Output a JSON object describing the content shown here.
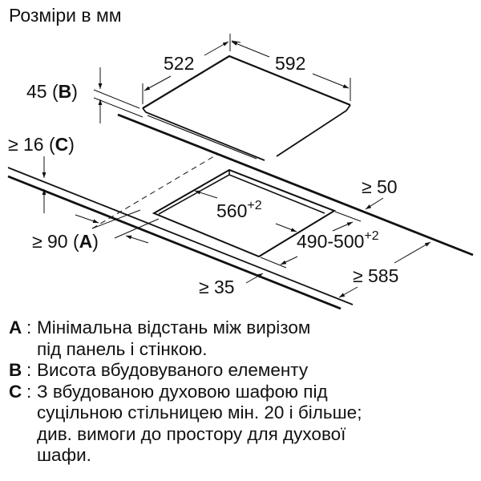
{
  "title": "Розміри в мм",
  "dimensions": {
    "hob_depth": "522",
    "hob_width": "592",
    "hob_height": "45",
    "hob_height_key": "B",
    "worktop_thickness": "≥ 16",
    "worktop_thickness_key": "C",
    "wall_distance": "≥ 90",
    "wall_distance_key": "A",
    "cutout_width": "560",
    "cutout_width_tol": "+2",
    "cutout_depth": "490-500",
    "cutout_depth_tol": "+2",
    "back_min": "≥ 50",
    "front_min": "≥ 35",
    "worktop_depth": "≥ 585"
  },
  "legend": [
    {
      "key": "A",
      "text": "Мінімальна відстань між вирізом\nпід панель і стінкою."
    },
    {
      "key": "B",
      "text": "Висота вбудовуваного елементу"
    },
    {
      "key": "C",
      "text": "З вбудованою духовою шафою під\nсуцільною стільницею мін. 20 і більше;\nдив. вимоги до простору для духової\nшафи."
    }
  ]
}
